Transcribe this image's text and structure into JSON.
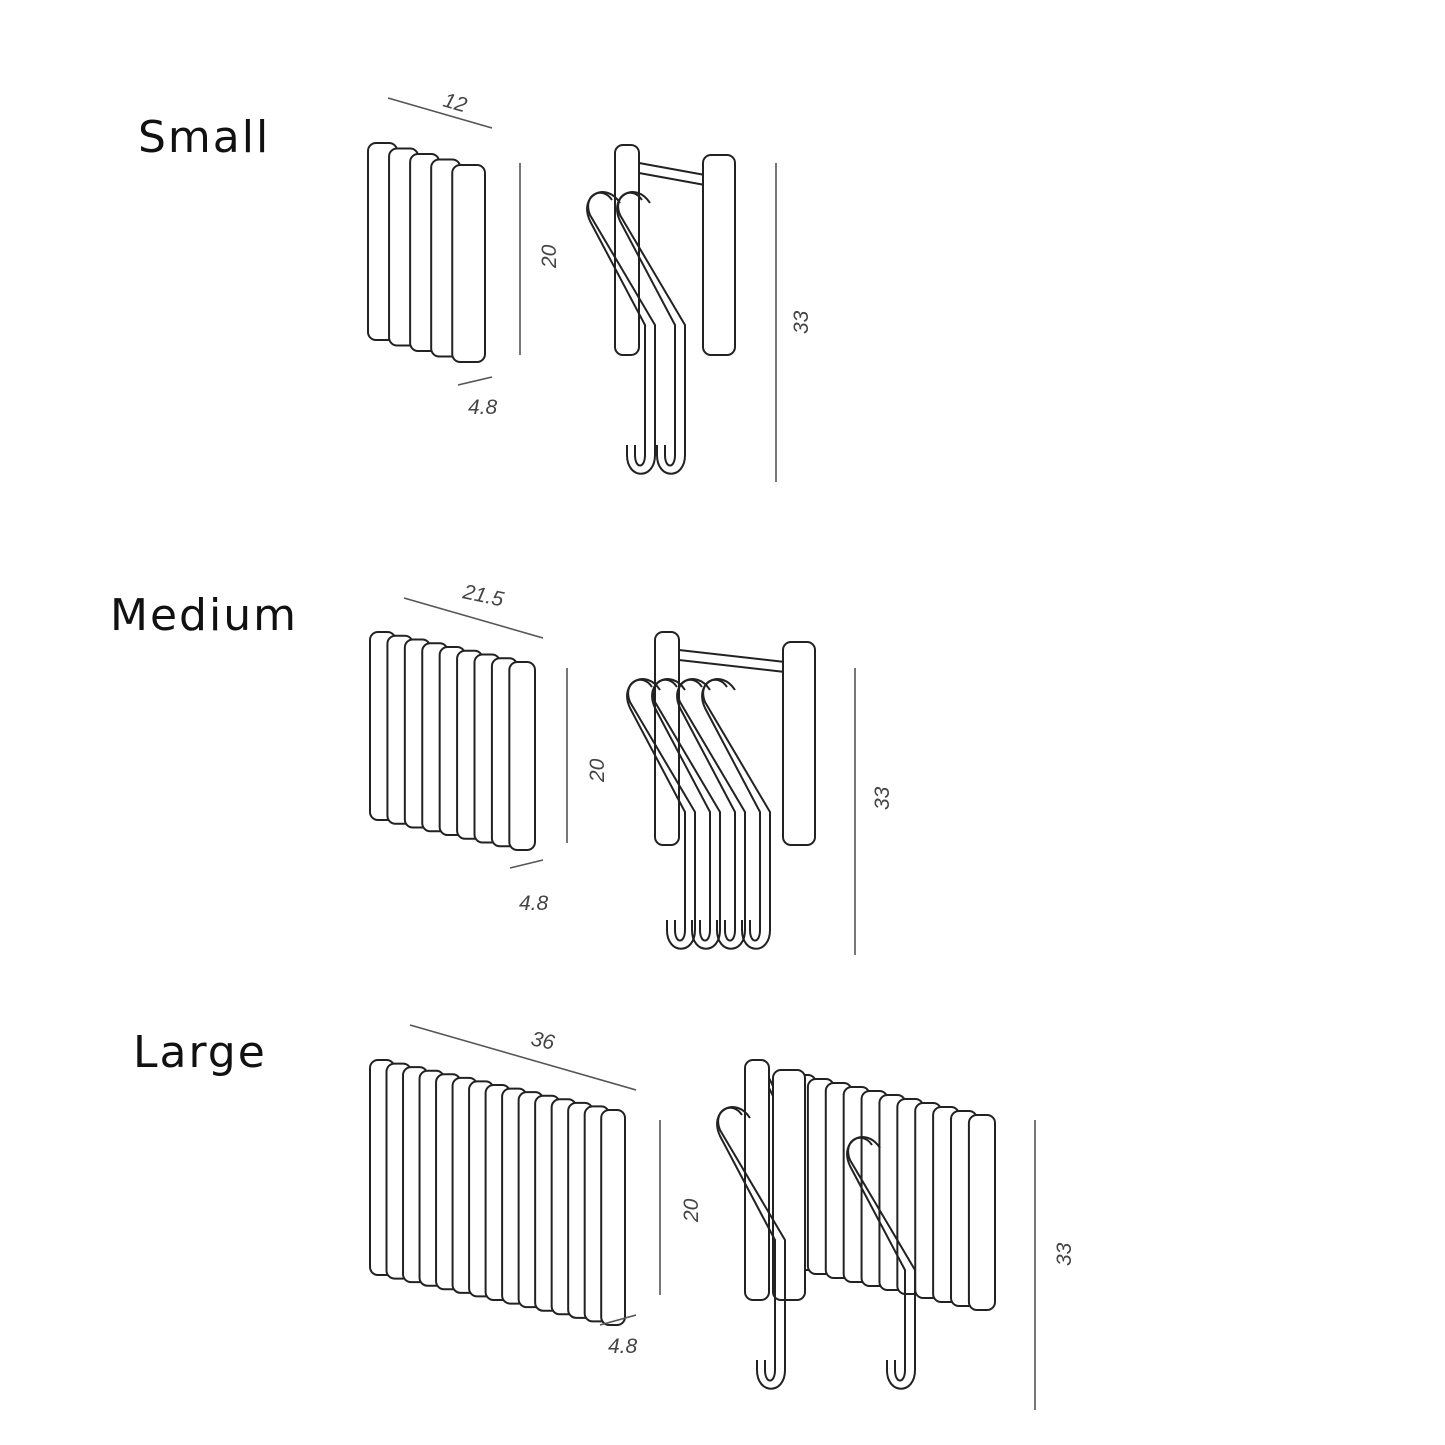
{
  "variants": [
    {
      "label": "Small",
      "width": "12",
      "height": "20",
      "depth": "4.8",
      "total_height": "33",
      "strips": 5,
      "hooks": 2
    },
    {
      "label": "Medium",
      "width": "21.5",
      "height": "20",
      "depth": "4.8",
      "total_height": "33",
      "strips": 9,
      "hooks": 4
    },
    {
      "label": "Large",
      "width": "36",
      "height": "20",
      "depth": "4.8",
      "total_height": "33",
      "strips": 15,
      "hooks": 2
    }
  ]
}
